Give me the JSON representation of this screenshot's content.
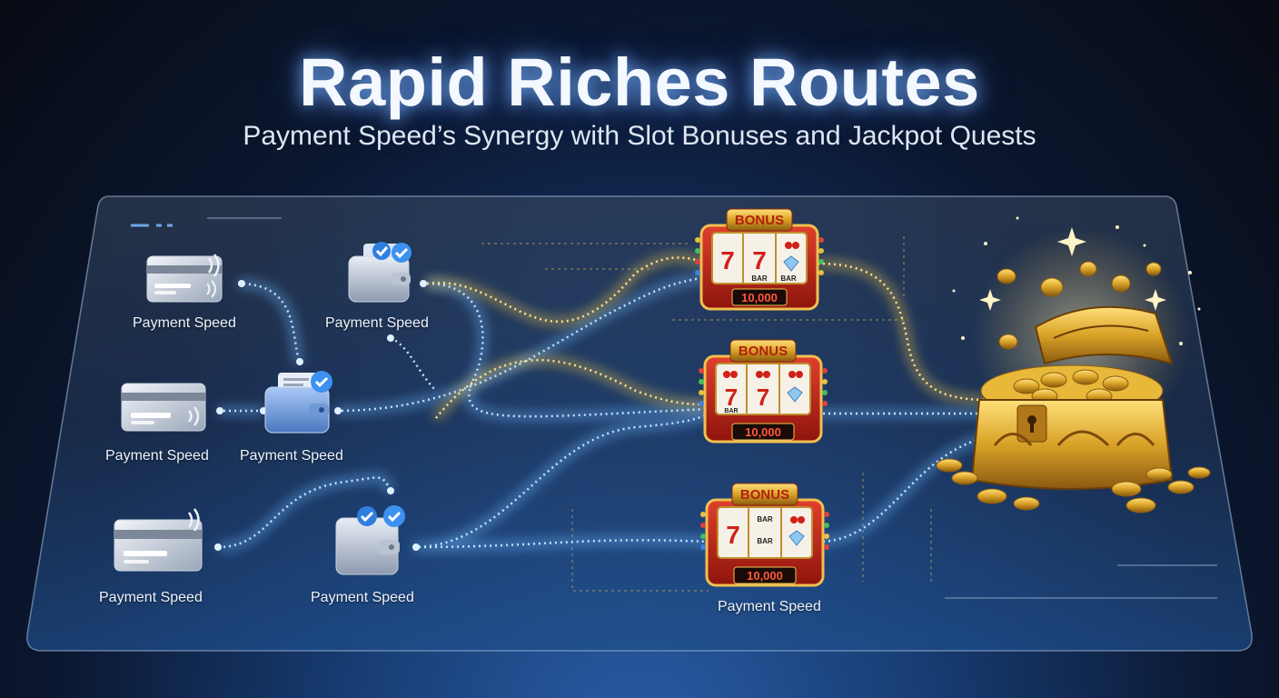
{
  "header": {
    "title": "Rapid Riches Routes",
    "subtitle": "Payment Speed’s Synergy with Slot Bonuses and Jackpot Quests"
  },
  "nodes": {
    "card_1": "Payment Speed",
    "wallet_1": "Payment Speed",
    "card_2": "Payment Speed",
    "wallet_2": "Payment Speed",
    "card_3": "Payment Speed",
    "wallet_3": "Payment Speed",
    "slot_3": "Payment Speed"
  },
  "slots": {
    "badge": "BONUS",
    "display": "10,000",
    "reel_symbol": "BAR"
  },
  "icons": [
    "credit-card-icon",
    "wallet-check-icon",
    "slot-machine-icon",
    "treasure-chest-icon"
  ],
  "colors": {
    "background": "#0b1730",
    "route_blue": "#7fc4ff",
    "route_gold": "#f2c94c",
    "slot_red": "#c0281c",
    "chest_gold": "#d9a227"
  }
}
